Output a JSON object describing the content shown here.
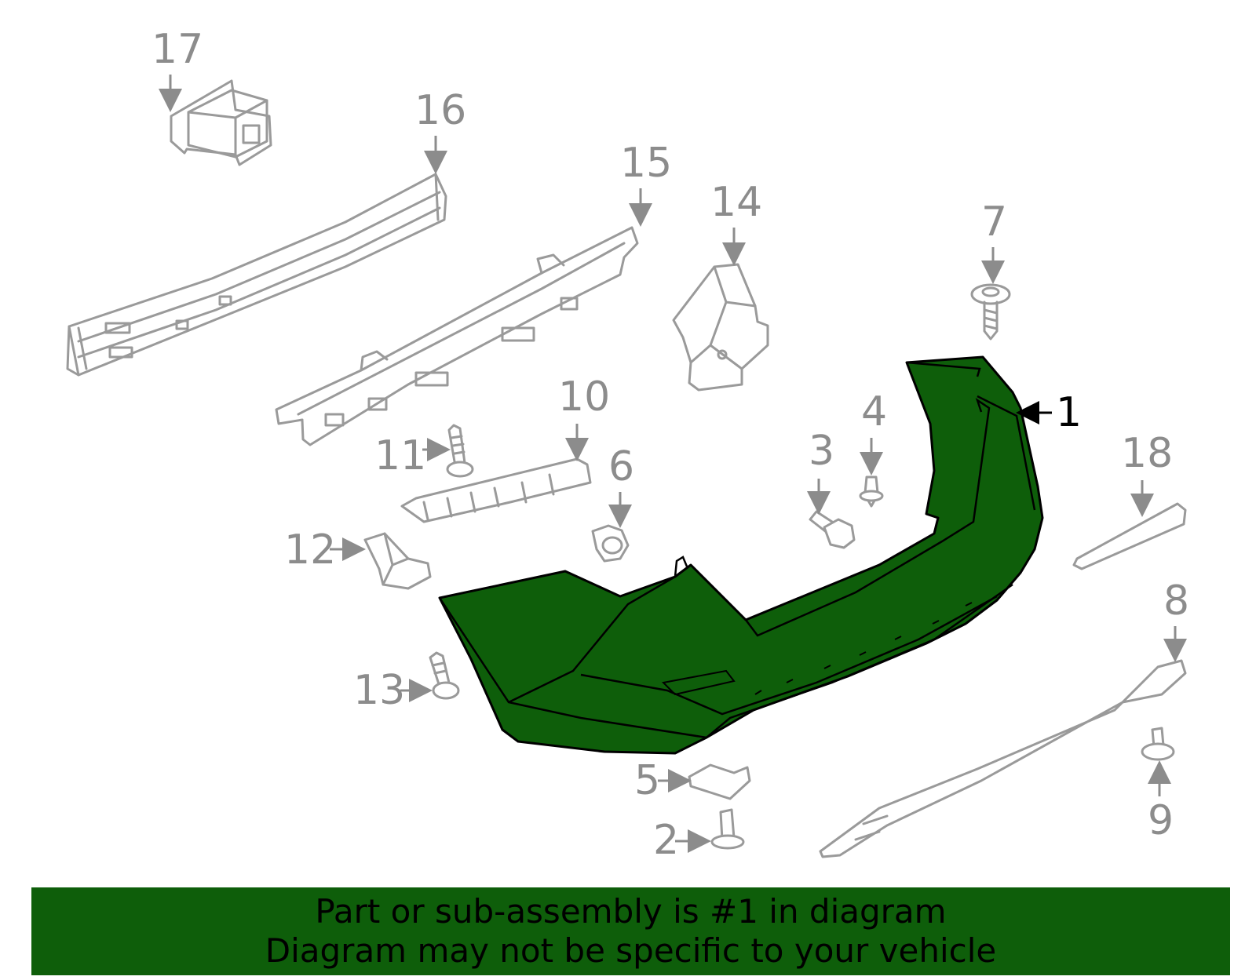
{
  "diagram": {
    "highlight_color": "#0e5e0a",
    "line_color": "#9a9a9a",
    "callouts": [
      "1",
      "2",
      "3",
      "4",
      "5",
      "6",
      "7",
      "8",
      "9",
      "10",
      "11",
      "12",
      "13",
      "14",
      "15",
      "16",
      "17",
      "18"
    ],
    "highlighted_callout": "1"
  },
  "banner": {
    "line1": "Part or sub-assembly is #1 in diagram",
    "line2": "Diagram may not be specific to your vehicle",
    "background": "#0e5e0a"
  }
}
